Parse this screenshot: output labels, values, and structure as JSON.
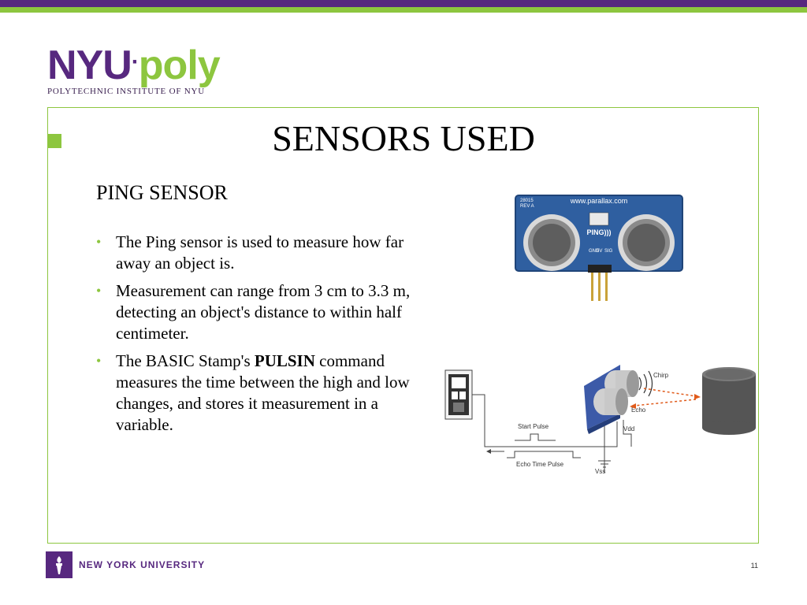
{
  "logo": {
    "nyu": "NYU",
    "dot": "·",
    "poly": "poly",
    "subtitle": "POLYTECHNIC INSTITUTE OF NYU"
  },
  "slide": {
    "title": "SENSORS USED",
    "subtitle": "PING SENSOR",
    "bullets": [
      {
        "text": "The Ping sensor is used to measure how far away an object is."
      },
      {
        "text": "Measurement can range from 3 cm to 3.3 m, detecting an object's distance to within half centimeter."
      },
      {
        "pre": "The BASIC Stamp's ",
        "bold": "PULSIN",
        "post": " command measures the time between the high and low changes, and stores it measurement in a variable."
      }
    ]
  },
  "sensor_photo": {
    "site": "www.parallax.com",
    "model": "28015",
    "rev": "REV A",
    "ping": "PING)))",
    "pins": [
      "GND",
      "5V",
      "SIG"
    ]
  },
  "diagram": {
    "chirp": "Chirp",
    "echo": "Echo",
    "start_pulse": "Start Pulse",
    "echo_time_pulse": "Echo Time Pulse",
    "vdd": "Vdd",
    "vss": "Vss"
  },
  "footer": {
    "university": "NEW YORK UNIVERSITY",
    "page": "11"
  },
  "colors": {
    "purple": "#57287f",
    "green": "#8dc63f"
  },
  "icons": {
    "nyu_torch": "torch-icon"
  }
}
